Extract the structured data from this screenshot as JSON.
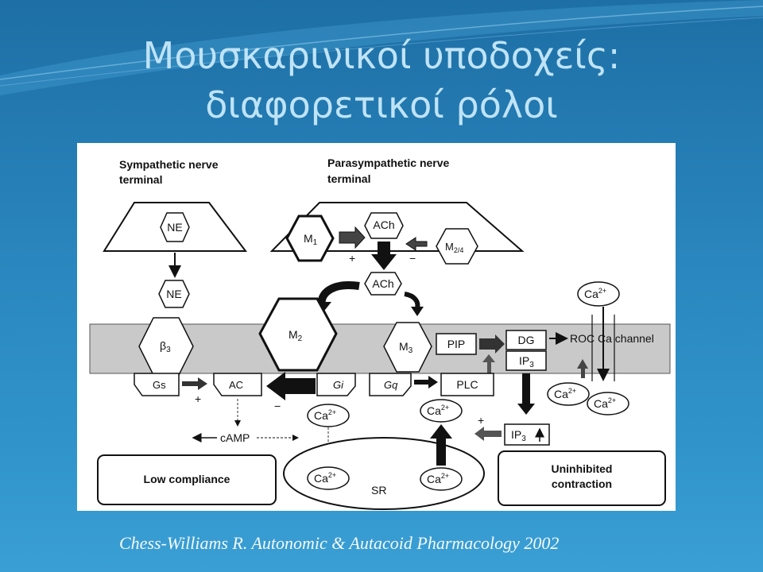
{
  "slide": {
    "title_line1": "Μουσκαρινικοί υποδοχείς:",
    "title_line2": "διαφορετικοί ρόλοι",
    "citation": "Chess-Williams R. Autonomic & Autacoid Pharmacology 2002"
  },
  "diagram": {
    "sympathetic_label_1": "Sympathetic nerve",
    "sympathetic_label_2": "terminal",
    "parasympathetic_label_1": "Parasympathetic nerve",
    "parasympathetic_label_2": "terminal",
    "ne_top": "NE",
    "ne_bottom": "NE",
    "m1": "M",
    "m1_sub": "1",
    "ach_top": "ACh",
    "ach_bottom": "ACh",
    "m24": "M",
    "m24_sub": "2/4",
    "plus_m1": "+",
    "minus_m24": "−",
    "beta3": "β",
    "beta3_sub": "3",
    "m2": "M",
    "m2_sub": "2",
    "m3": "M",
    "m3_sub": "3",
    "pip": "PIP",
    "dg": "DG",
    "ip3_membrane": "IP",
    "ip3_membrane_sub": "3",
    "roc_channel": "ROC Ca channel",
    "ca_outside": "Ca",
    "ca_sup": "2+",
    "gs": "Gs",
    "ac": "AC",
    "gi": "Gi",
    "gq": "Gq",
    "plc": "PLC",
    "plus_gs": "+",
    "minus_gi": "−",
    "plus_ip3": "+",
    "ip3_cyto": "IP",
    "ip3_cyto_sub": "3",
    "camp": "cAMP",
    "ca_left": "Ca",
    "ca_mid": "Ca",
    "ca_roc_left": "Ca",
    "ca_roc_right": "Ca",
    "ca_sr_left": "Ca",
    "ca_sr_right": "Ca",
    "sr": "SR",
    "low_compliance": "Low compliance",
    "uninhibited_1": "Uninhibited",
    "uninhibited_2": "contraction"
  }
}
